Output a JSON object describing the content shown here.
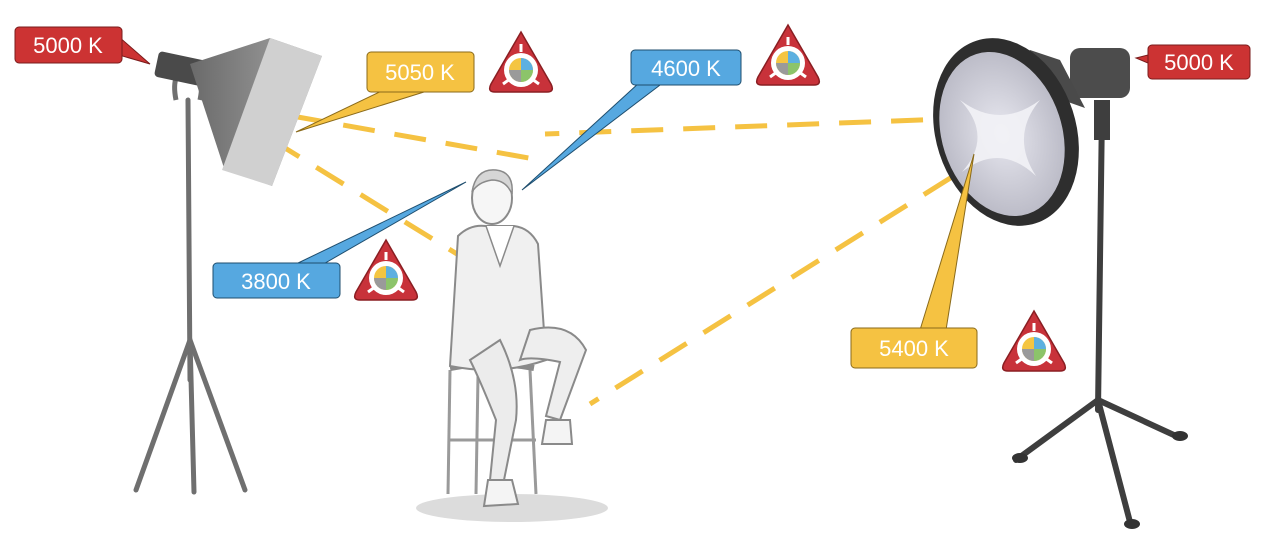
{
  "lights": {
    "softbox": {
      "label": "5000 K",
      "color": "#cc3333"
    },
    "reflector": {
      "label": "5000 K",
      "color": "#cc3333"
    }
  },
  "readings": [
    {
      "label": "5050 K",
      "color": "#f5c242",
      "text_color": "#ffffff"
    },
    {
      "label": "4600 K",
      "color": "#56a8e0",
      "text_color": "#ffffff"
    },
    {
      "label": "3800 K",
      "color": "#56a8e0",
      "text_color": "#ffffff"
    },
    {
      "label": "5400 K",
      "color": "#f5c242",
      "text_color": "#ffffff"
    }
  ],
  "meter_icon": "color-meter-icon",
  "beam_color": "#f5c242"
}
